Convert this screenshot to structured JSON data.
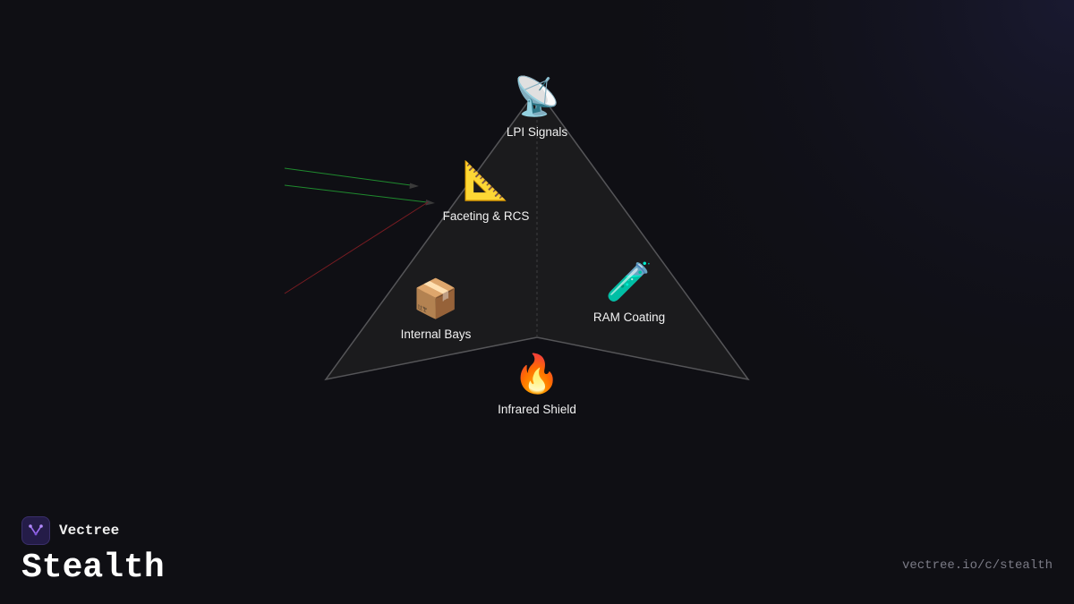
{
  "colors": {
    "background": "#0f0f14",
    "triangle_fill": "#1b1b1d",
    "triangle_stroke": "#555558",
    "ray_green": "#1f8a2e",
    "ray_red": "#7a1c22",
    "accent": "#9b6cf0"
  },
  "diagram": {
    "nodes": [
      {
        "id": "lpi",
        "icon": "📡",
        "icon_name": "satellite-dish-icon",
        "label": "LPI Signals"
      },
      {
        "id": "faceting",
        "icon": "📐",
        "icon_name": "triangular-ruler-icon",
        "label": "Faceting & RCS"
      },
      {
        "id": "bays",
        "icon": "📦",
        "icon_name": "package-icon",
        "label": "Internal Bays"
      },
      {
        "id": "ram",
        "icon": "🧪",
        "icon_name": "test-tube-icon",
        "label": "RAM Coating"
      },
      {
        "id": "infrared",
        "icon": "🔥",
        "icon_name": "fire-icon",
        "label": "Infrared Shield"
      }
    ]
  },
  "brand": {
    "name": "Vectree",
    "logo_icon": "vectree-logo-icon"
  },
  "page": {
    "title": "Stealth",
    "url": "vectree.io/c/stealth"
  }
}
